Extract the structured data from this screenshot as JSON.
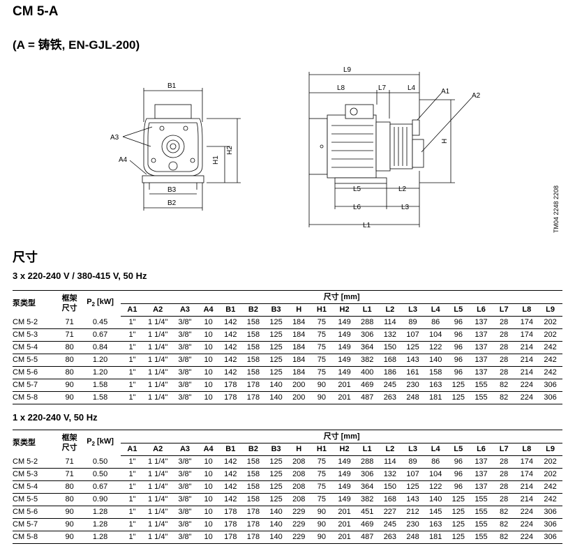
{
  "title": "CM 5-A",
  "subtitle": "(A = 铸铁, EN-GJL-200)",
  "drawing_code": "TM04 2248 2208",
  "drawing_labels": {
    "front": [
      "B1",
      "A3",
      "A4",
      "H1",
      "H2",
      "B3",
      "B2"
    ],
    "side": [
      "L9",
      "L8",
      "L7",
      "L4",
      "A1",
      "A2",
      "H",
      "L5",
      "L2",
      "L6",
      "L3",
      "L1"
    ]
  },
  "section_title": "尺寸",
  "tables": [
    {
      "heading": "3 x 220-240 V / 380-415 V, 50 Hz",
      "rows": [
        [
          "CM 5-2",
          "71",
          "0.45",
          "1\"",
          "1 1/4\"",
          "3/8\"",
          "10",
          "142",
          "158",
          "125",
          "184",
          "75",
          "149",
          "288",
          "114",
          "89",
          "86",
          "96",
          "137",
          "28",
          "174",
          "202"
        ],
        [
          "CM 5-3",
          "71",
          "0.67",
          "1\"",
          "1 1/4\"",
          "3/8\"",
          "10",
          "142",
          "158",
          "125",
          "184",
          "75",
          "149",
          "306",
          "132",
          "107",
          "104",
          "96",
          "137",
          "28",
          "174",
          "202"
        ],
        [
          "CM 5-4",
          "80",
          "0.84",
          "1\"",
          "1 1/4\"",
          "3/8\"",
          "10",
          "142",
          "158",
          "125",
          "184",
          "75",
          "149",
          "364",
          "150",
          "125",
          "122",
          "96",
          "137",
          "28",
          "214",
          "242"
        ],
        [
          "CM 5-5",
          "80",
          "1.20",
          "1\"",
          "1 1/4\"",
          "3/8\"",
          "10",
          "142",
          "158",
          "125",
          "184",
          "75",
          "149",
          "382",
          "168",
          "143",
          "140",
          "96",
          "137",
          "28",
          "214",
          "242"
        ],
        [
          "CM 5-6",
          "80",
          "1.20",
          "1\"",
          "1 1/4\"",
          "3/8\"",
          "10",
          "142",
          "158",
          "125",
          "184",
          "75",
          "149",
          "400",
          "186",
          "161",
          "158",
          "96",
          "137",
          "28",
          "214",
          "242"
        ],
        [
          "CM 5-7",
          "90",
          "1.58",
          "1\"",
          "1 1/4\"",
          "3/8\"",
          "10",
          "178",
          "178",
          "140",
          "200",
          "90",
          "201",
          "469",
          "245",
          "230",
          "163",
          "125",
          "155",
          "82",
          "224",
          "306"
        ],
        [
          "CM 5-8",
          "90",
          "1.58",
          "1\"",
          "1 1/4\"",
          "3/8\"",
          "10",
          "178",
          "178",
          "140",
          "200",
          "90",
          "201",
          "487",
          "263",
          "248",
          "181",
          "125",
          "155",
          "82",
          "224",
          "306"
        ]
      ]
    },
    {
      "heading": "1 x 220-240 V, 50 Hz",
      "rows": [
        [
          "CM 5-2",
          "71",
          "0.50",
          "1\"",
          "1 1/4\"",
          "3/8\"",
          "10",
          "142",
          "158",
          "125",
          "208",
          "75",
          "149",
          "288",
          "114",
          "89",
          "86",
          "96",
          "137",
          "28",
          "174",
          "202"
        ],
        [
          "CM 5-3",
          "71",
          "0.50",
          "1\"",
          "1 1/4\"",
          "3/8\"",
          "10",
          "142",
          "158",
          "125",
          "208",
          "75",
          "149",
          "306",
          "132",
          "107",
          "104",
          "96",
          "137",
          "28",
          "174",
          "202"
        ],
        [
          "CM 5-4",
          "80",
          "0.67",
          "1\"",
          "1 1/4\"",
          "3/8\"",
          "10",
          "142",
          "158",
          "125",
          "208",
          "75",
          "149",
          "364",
          "150",
          "125",
          "122",
          "96",
          "137",
          "28",
          "214",
          "242"
        ],
        [
          "CM 5-5",
          "80",
          "0.90",
          "1\"",
          "1 1/4\"",
          "3/8\"",
          "10",
          "142",
          "158",
          "125",
          "208",
          "75",
          "149",
          "382",
          "168",
          "143",
          "140",
          "125",
          "155",
          "28",
          "214",
          "242"
        ],
        [
          "CM 5-6",
          "90",
          "1.28",
          "1\"",
          "1 1/4\"",
          "3/8\"",
          "10",
          "178",
          "178",
          "140",
          "229",
          "90",
          "201",
          "451",
          "227",
          "212",
          "145",
          "125",
          "155",
          "82",
          "224",
          "306"
        ],
        [
          "CM 5-7",
          "90",
          "1.28",
          "1\"",
          "1 1/4\"",
          "3/8\"",
          "10",
          "178",
          "178",
          "140",
          "229",
          "90",
          "201",
          "469",
          "245",
          "230",
          "163",
          "125",
          "155",
          "82",
          "224",
          "306"
        ],
        [
          "CM 5-8",
          "90",
          "1.28",
          "1\"",
          "1 1/4\"",
          "3/8\"",
          "10",
          "178",
          "178",
          "140",
          "229",
          "90",
          "201",
          "487",
          "263",
          "248",
          "181",
          "125",
          "155",
          "82",
          "224",
          "306"
        ]
      ]
    }
  ],
  "table_header": {
    "pump_type": "泵类型",
    "frame_line1": "框架",
    "frame_line2": "尺寸",
    "p2_prefix": "P",
    "p2_sub": "2",
    "p2_suffix": " [kW]",
    "dims_label": "尺寸 [mm]",
    "dim_cols": [
      "A1",
      "A2",
      "A3",
      "A4",
      "B1",
      "B2",
      "B3",
      "H",
      "H1",
      "H2",
      "L1",
      "L2",
      "L3",
      "L4",
      "L5",
      "L6",
      "L7",
      "L8",
      "L9"
    ]
  }
}
